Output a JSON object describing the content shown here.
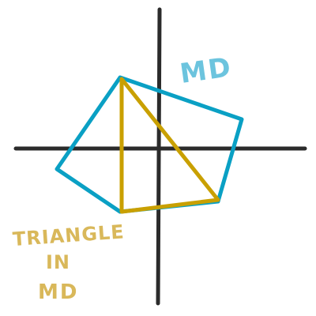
{
  "labels": {
    "polygon_label": "MD",
    "triangle_label_line1": "TRIANGLE",
    "triangle_label_line2": "IN",
    "triangle_label_line3": "MD"
  },
  "colors": {
    "background": "#ffffff",
    "axes": "#2b2b2b",
    "polygon": "#0aa0c4",
    "polygon_label": "#6cc4de",
    "triangle": "#c9a000",
    "triangle_label": "#d9b85a"
  }
}
